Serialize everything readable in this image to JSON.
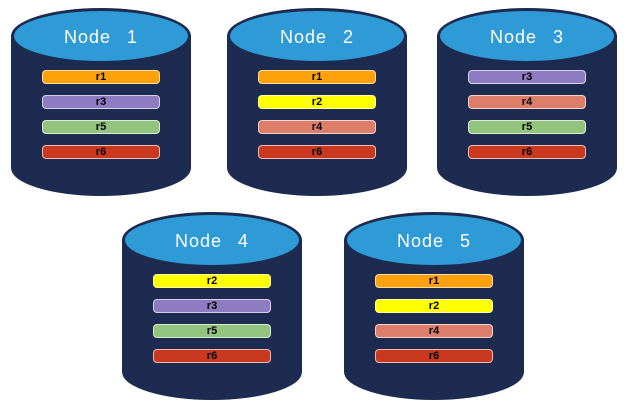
{
  "diagram": {
    "description_label": "",
    "replica_palette": {
      "r1": "#FFA10A",
      "r2": "#FFFF00",
      "r3": "#8E7CC3",
      "r4": "#DD7E6B",
      "r5": "#93C47D",
      "r6": "#C9391F"
    },
    "colors": {
      "cylinder_body": "#1C2B4F",
      "cylinder_top": "#2E9BD6",
      "title_text": "#FFFFFF",
      "bar_text": "#000000",
      "background": "#FFFFFF"
    },
    "nodes": [
      {
        "label": "Node 1",
        "replicas": [
          "r1",
          "r3",
          "r5",
          "r6"
        ]
      },
      {
        "label": "Node 2",
        "replicas": [
          "r1",
          "r2",
          "r4",
          "r6"
        ]
      },
      {
        "label": "Node 3",
        "replicas": [
          "r3",
          "r4",
          "r5",
          "r6"
        ]
      },
      {
        "label": "Node 4",
        "replicas": [
          "r2",
          "r3",
          "r5",
          "r6"
        ]
      },
      {
        "label": "Node 5",
        "replicas": [
          "r1",
          "r2",
          "r4",
          "r6"
        ]
      }
    ]
  }
}
